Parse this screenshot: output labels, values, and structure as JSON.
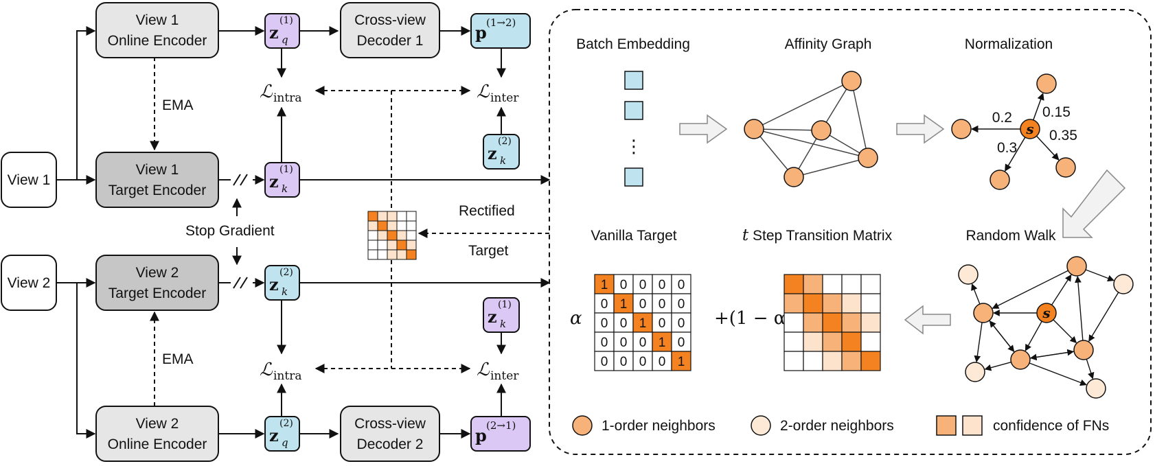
{
  "colors": {
    "box_light": "#e6e6e6",
    "box_dark": "#c6c6c6",
    "purple": "#dcc8f5",
    "blue": "#bfe3ef",
    "orange_dark": "#f58220",
    "orange_mid": "#f7b27a",
    "orange_light": "#fde3cc",
    "node_orange": "#f7b27a",
    "node_light": "#fde9d6"
  },
  "inputs": {
    "view1": "View 1",
    "view2": "View 2"
  },
  "encoders": {
    "v1_online": [
      "View 1",
      "Online Encoder"
    ],
    "v1_target": [
      "View 1",
      "Target Encoder"
    ],
    "v2_target": [
      "View 2",
      "Target Encoder"
    ],
    "v2_online": [
      "View 2",
      "Online Encoder"
    ]
  },
  "decoders": {
    "d1": [
      "Cross-view",
      "Decoder 1"
    ],
    "d2": [
      "Cross-view",
      "Decoder 2"
    ]
  },
  "labels": {
    "ema_top": "EMA",
    "ema_bottom": "EMA",
    "stop_gradient": "Stop Gradient",
    "rectified": "Rectified",
    "target": "Target",
    "stop_marks": "//"
  },
  "math": {
    "z": "z",
    "p": "p",
    "q": "q",
    "k": "k",
    "sup1": "(1)",
    "sup2": "(2)",
    "p12": "(1→2)",
    "p21": "(2→1)",
    "L": "ℒ",
    "intra": "intra",
    "inter": "inter"
  },
  "panel": {
    "batch_embedding": "Batch Embedding",
    "affinity_graph": "Affinity Graph",
    "normalization": "Normalization",
    "random_walk": "Random Walk",
    "transition_prefix": "t",
    "transition_rest": " Step Transition Matrix",
    "vanilla_target": "Vanilla Target",
    "alpha": "α",
    "one_minus_alpha": "+(1 − α)",
    "dots": "⋮",
    "s": "s",
    "weights": [
      "0.2",
      "0.15",
      "0.35",
      "0.3"
    ],
    "identity": [
      [
        "1",
        "0",
        "0",
        "0",
        "0"
      ],
      [
        "0",
        "1",
        "0",
        "0",
        "0"
      ],
      [
        "0",
        "0",
        "1",
        "0",
        "0"
      ],
      [
        "0",
        "0",
        "0",
        "1",
        "0"
      ],
      [
        "0",
        "0",
        "0",
        "0",
        "1"
      ]
    ],
    "transition_levels": [
      [
        2,
        1,
        0,
        0,
        0
      ],
      [
        1,
        2,
        1,
        1,
        0
      ],
      [
        0,
        1,
        2,
        1,
        1
      ],
      [
        0,
        1,
        1,
        2,
        0
      ],
      [
        0,
        0,
        1,
        1,
        2
      ]
    ],
    "small_matrix_levels": [
      [
        2,
        1,
        1,
        0,
        0
      ],
      [
        1,
        2,
        1,
        0,
        0
      ],
      [
        0,
        1,
        2,
        1,
        0
      ],
      [
        0,
        0,
        1,
        2,
        1
      ],
      [
        0,
        0,
        1,
        1,
        2
      ]
    ],
    "legend": {
      "first_order": "1-order neighbors",
      "second_order": "2-order neighbors",
      "confidence": "confidence of FNs"
    }
  }
}
